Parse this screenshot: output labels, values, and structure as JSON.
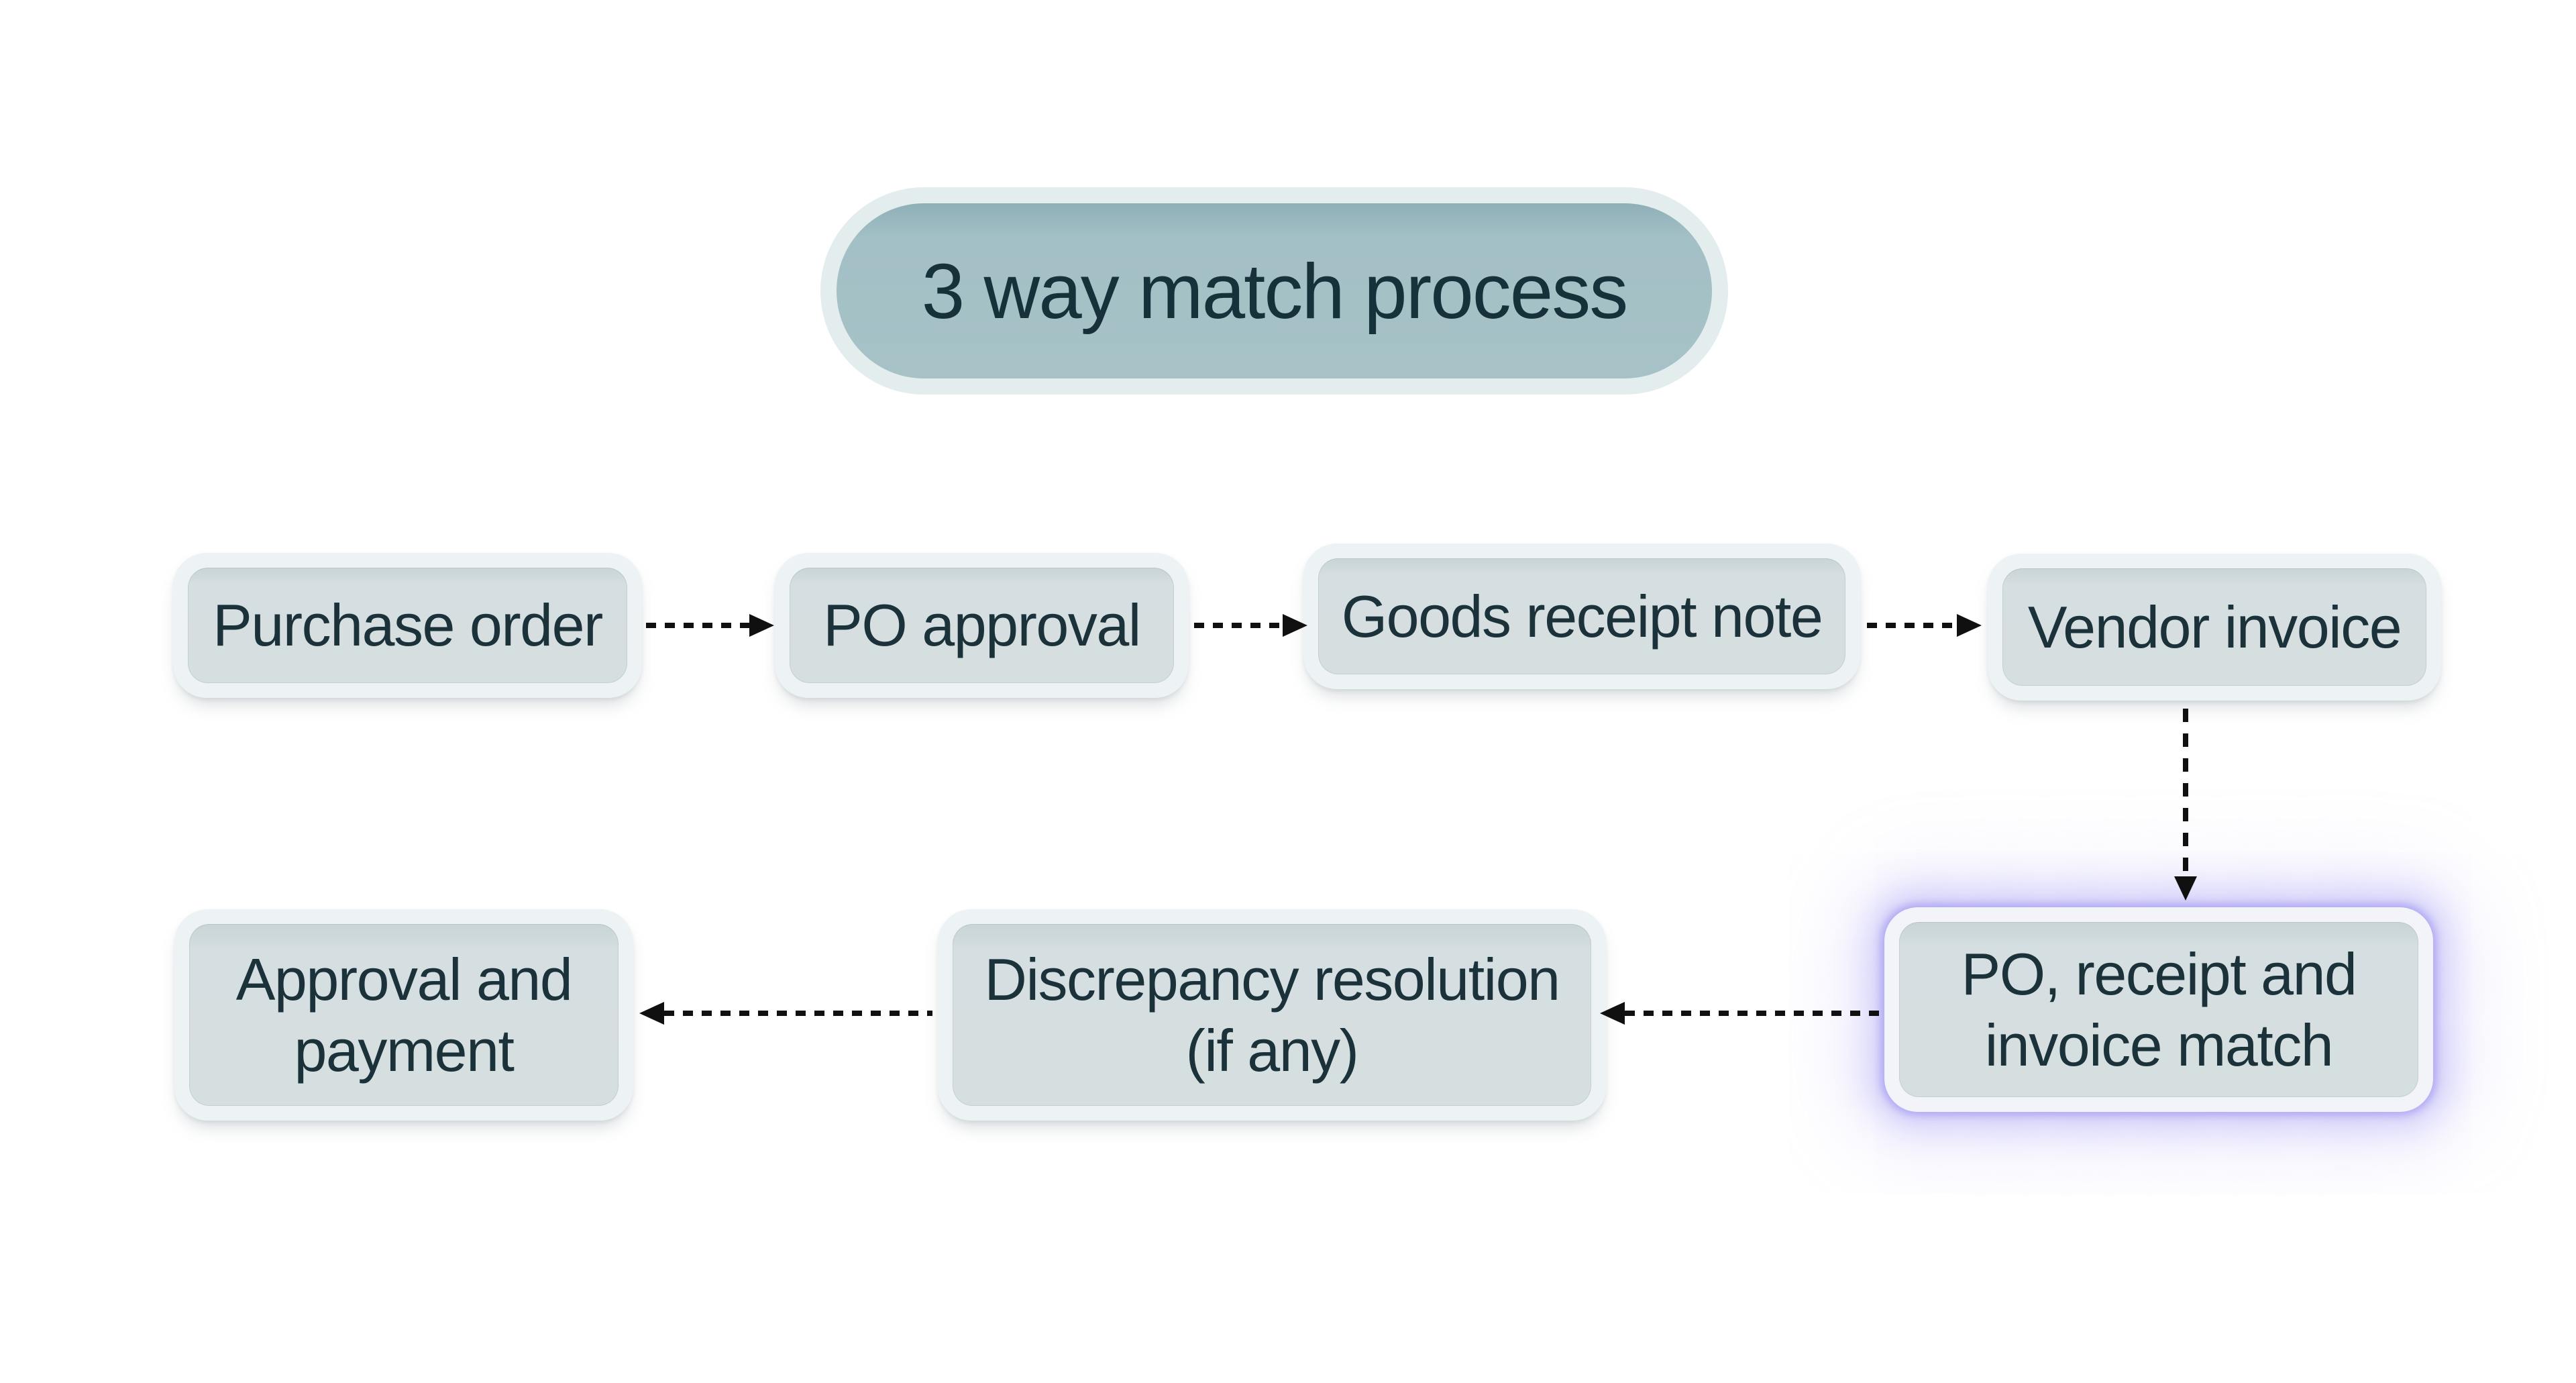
{
  "title": {
    "label": "3 way match process"
  },
  "nodes": {
    "purchase_order": {
      "label": "Purchase order"
    },
    "po_approval": {
      "label": "PO approval"
    },
    "goods_receipt_note": {
      "label": "Goods receipt note"
    },
    "vendor_invoice": {
      "label": "Vendor invoice"
    },
    "po_receipt_invoice_match": {
      "label": "PO, receipt and\ninvoice match",
      "highlighted": true
    },
    "discrepancy_resolution": {
      "label": "Discrepancy resolution\n(if any)"
    },
    "approval_and_payment": {
      "label": "Approval and\npayment"
    }
  },
  "connections": [
    {
      "from": "Purchase order",
      "to": "PO approval",
      "style": "dashed-arrow",
      "direction": "right"
    },
    {
      "from": "PO approval",
      "to": "Goods receipt note",
      "style": "dashed-arrow",
      "direction": "right"
    },
    {
      "from": "Goods receipt note",
      "to": "Vendor invoice",
      "style": "dashed-arrow",
      "direction": "right"
    },
    {
      "from": "Vendor invoice",
      "to": "PO, receipt and invoice match",
      "style": "dashed-arrow",
      "direction": "down"
    },
    {
      "from": "PO, receipt and invoice match",
      "to": "Discrepancy resolution (if any)",
      "style": "dashed-arrow",
      "direction": "left"
    },
    {
      "from": "Discrepancy resolution (if any)",
      "to": "Approval and payment",
      "style": "dashed-arrow",
      "direction": "left"
    }
  ],
  "colors": {
    "background": "#ffffff",
    "title_fill": "#a3c0c6",
    "title_ring": "#e3edee",
    "node_fill": "#d6dfe0",
    "node_ring": "#edf2f4",
    "text": "#1b323a",
    "arrow": "#101010",
    "highlight_glow": "#a7a0f3"
  }
}
